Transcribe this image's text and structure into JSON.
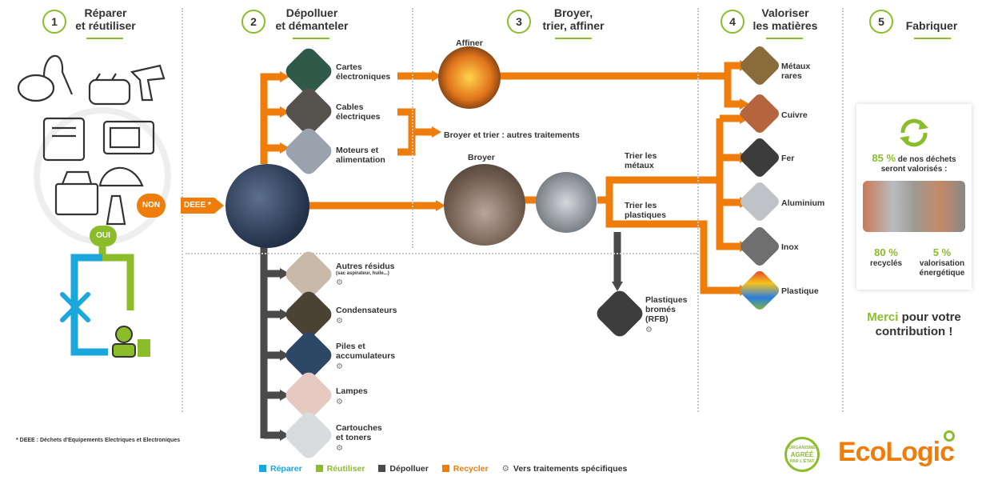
{
  "steps": [
    {
      "num": "1",
      "title1": "Réparer",
      "title2": "et réutiliser"
    },
    {
      "num": "2",
      "title1": "Dépolluer",
      "title2": "et démanteler"
    },
    {
      "num": "3",
      "title1": "Broyer,",
      "title2": "trier, affiner"
    },
    {
      "num": "4",
      "title1": "Valoriser",
      "title2": "les matières"
    },
    {
      "num": "5",
      "title1": "Fabriquer",
      "title2": ""
    }
  ],
  "decisions": {
    "non": "NON",
    "oui": "OUI",
    "deee": "DEEE *"
  },
  "dismantle": {
    "cartes": [
      "Cartes",
      "électroniques"
    ],
    "cables": [
      "Cables",
      "électriques"
    ],
    "moteurs": [
      "Moteurs et",
      "alimentation"
    ]
  },
  "pollutants": {
    "residus": {
      "l1": "Autres résidus",
      "sub": "(sac aspirateur, huile...)"
    },
    "condensateurs": {
      "l1": "Condensateurs"
    },
    "piles": {
      "l1": "Piles et",
      "l2": "accumulateurs"
    },
    "lampes": {
      "l1": "Lampes"
    },
    "cartouches": {
      "l1": "Cartouches",
      "l2": "et toners"
    }
  },
  "process": {
    "affiner": "Affiner",
    "broyer_trier": "Broyer et trier : autres traitements",
    "broyer": "Broyer",
    "trier_metaux": [
      "Trier les",
      "métaux"
    ],
    "trier_plastiques": [
      "Trier les",
      "plastiques"
    ],
    "rfb": [
      "Plastiques",
      "bromés",
      "(RFB)"
    ]
  },
  "materials": {
    "metaux_rares": [
      "Métaux",
      "rares"
    ],
    "cuivre": "Cuivre",
    "fer": "Fer",
    "aluminium": "Aluminium",
    "inox": "Inox",
    "plastique": "Plastique"
  },
  "card": {
    "pct_main": "85 %",
    "main_text1": "de nos déchets",
    "main_text2": "seront valorisés :",
    "pct_recycled": "80 %",
    "recycled": "recyclés",
    "pct_energy": "5 %",
    "energy1": "valorisation",
    "energy2": "énergétique"
  },
  "merci": {
    "word": "Merci",
    "rest1": " pour votre",
    "rest2": "contribution !"
  },
  "footnote": "* DEEE : Déchets d'Equipements Electriques et Electroniques",
  "legend": {
    "reparer": "Réparer",
    "reutiliser": "Réutiliser",
    "depolluer": "Dépolluer",
    "recycler": "Recycler",
    "specific": "Vers traitements spécifiques"
  },
  "logo": {
    "seal1": "ORGANISME",
    "seal2": "AGRÉÉ",
    "seal3": "PAR L'ÉTAT",
    "brand": "EcoLogic"
  },
  "colors": {
    "repair": "#1ba6dc",
    "reuse": "#8bbd2a",
    "depollute": "#4a4a4a",
    "recycle": "#ee7d0b"
  },
  "icons": {
    "gear": "gear-icon",
    "recycle": "recycle-icon",
    "tools": "tools-icon",
    "person": "person-icon"
  }
}
